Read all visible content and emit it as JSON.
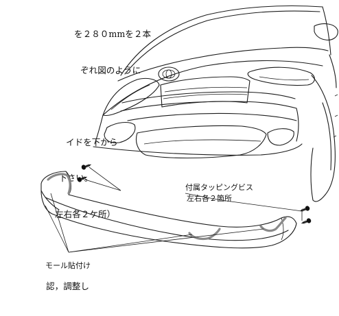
{
  "instructions": [
    "を２８０mmを２本",
    "ぞれ図のように",
    "",
    "イドを下から",
    "下さい。",
    "左右各２ケ所）",
    "",
    "認，調整し"
  ],
  "callouts": {
    "screw_line1": "付属タッピングビス",
    "screw_line2": "左右各２箇所",
    "molding": "モール貼付け"
  }
}
